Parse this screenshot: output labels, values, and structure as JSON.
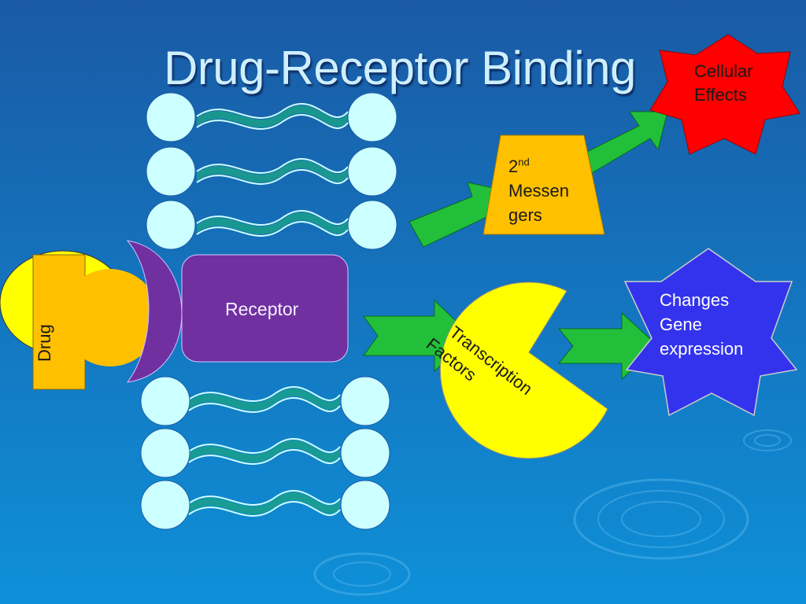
{
  "slide": {
    "title": "Drug-Receptor Binding"
  },
  "diagram": {
    "drug_label": "Drug",
    "receptor_label": "Receptor",
    "second_messengers": {
      "prefix": "2",
      "superscript": "nd",
      "line1": "Messen",
      "line2": "gers"
    },
    "transcription_factors": {
      "line1": "Transcription",
      "line2": "Factors"
    },
    "cellular_effects": {
      "line1": "Cellular",
      "line2": "Effects"
    },
    "changes_gene": {
      "line1": "Changes",
      "line2": "Gene",
      "line3": "expression"
    }
  },
  "colors": {
    "background_top": "#1a5fa8",
    "background_bottom": "#0d8fd6",
    "membrane_head": "#ccffff",
    "membrane_tail": "#1aa08a",
    "receptor": "#7030a0",
    "drug_yellow": "#ffff00",
    "drug_orange": "#ffc000",
    "arrow_green": "#22c03a",
    "messengers": "#ffc000",
    "transcription": "#ffff00",
    "cellular_effects": "#ff0000",
    "changes_gene": "#3333ee"
  }
}
